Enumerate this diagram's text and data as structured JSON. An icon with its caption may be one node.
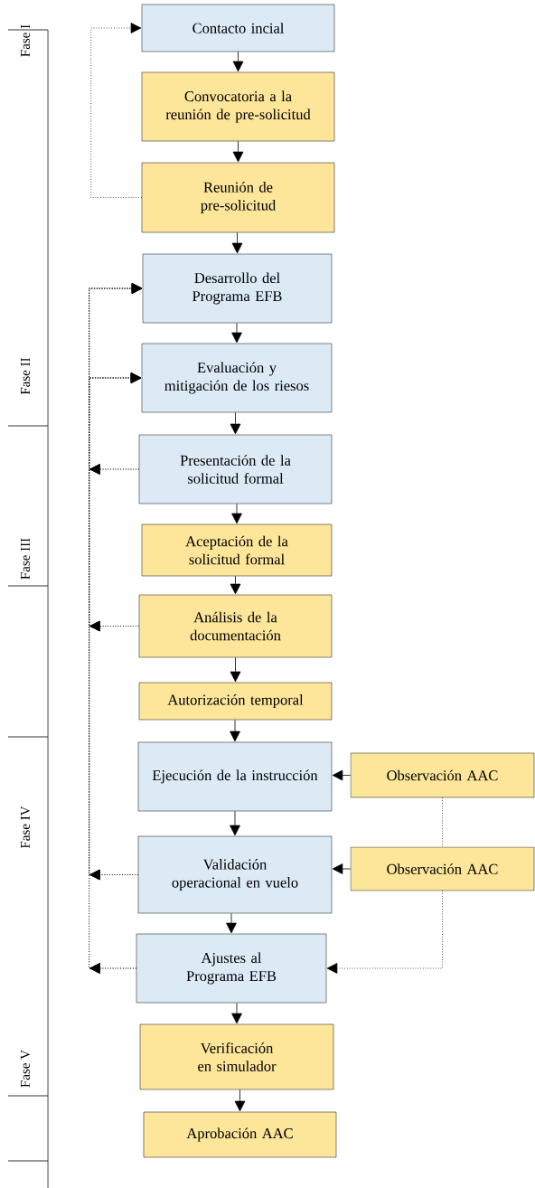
{
  "diagram": {
    "nodes": [
      {
        "text": [
          "Contacto incial"
        ]
      },
      {
        "text": [
          "Convocatoria a la reunión de pre-solicitud"
        ]
      },
      {
        "text": [
          "Reunión de pre-solicitud"
        ]
      },
      {
        "text": [
          "Desarrollo del Programa EFB"
        ]
      },
      {
        "text": [
          "Evaluación y mitigación de los riesos"
        ]
      },
      {
        "text": [
          "Presentación de la solicitud formal"
        ]
      },
      {
        "text": [
          "Aceptación de la solicitud formal"
        ]
      },
      {
        "text": [
          "Análisis de la documentación"
        ]
      },
      {
        "text": [
          "Autorización temporal"
        ]
      },
      {
        "text": [
          "Ejecución de la instrucción"
        ]
      },
      {
        "text": [
          "Validación operacional en vuelo"
        ]
      },
      {
        "text": [
          "Ajustes al Programa EFB"
        ]
      },
      {
        "text": [
          "Verificación en simulador"
        ]
      },
      {
        "text": [
          "Aprobación AAC"
        ]
      },
      {
        "text": [
          "Observación AAC"
        ]
      },
      {
        "text": [
          "Observación AAC"
        ]
      }
    ],
    "edges": [
      {
        "from": 0,
        "to": 1,
        "arrow": "to"
      },
      {
        "from": 1,
        "to": 2,
        "arrow": "to"
      },
      {
        "from": 2,
        "to": 3,
        "arrow": "to"
      },
      {
        "from": 3,
        "to": 4,
        "arrow": "to"
      },
      {
        "from": 4,
        "to": 5,
        "arrow": "to"
      },
      {
        "from": 5,
        "to": 6,
        "arrow": "to"
      },
      {
        "from": 6,
        "to": 7,
        "arrow": "to"
      },
      {
        "from": 7,
        "to": 8,
        "arrow": "to"
      },
      {
        "from": 8,
        "to": 9,
        "arrow": "to"
      },
      {
        "from": 9,
        "to": 10,
        "arrow": "to"
      },
      {
        "from": 10,
        "to": 11,
        "arrow": "to"
      },
      {
        "from": 11,
        "to": 12,
        "arrow": "to"
      },
      {
        "from": 12,
        "to": 13,
        "arrow": "to"
      },
      {
        "from": 14,
        "to": 9,
        "arrow": "to"
      },
      {
        "from": 15,
        "to": 10,
        "arrow": "to"
      },
      {
        "from": 14,
        "to": 15,
        "arrow": "none",
        "style": "dashed"
      },
      {
        "from": 15,
        "to": 11,
        "arrow": "to",
        "style": "dashed"
      },
      {
        "from": 2,
        "to": 0,
        "arrow": "to",
        "style": "dashed"
      },
      {
        "from": 5,
        "to": 3,
        "arrow": "to",
        "style": "dashed"
      },
      {
        "from": 5,
        "to": 4,
        "arrow": "to",
        "style": "dashed"
      },
      {
        "from": 7,
        "to": 3,
        "arrow": "to",
        "style": "dashed"
      },
      {
        "from": 7,
        "to": 4,
        "arrow": "to",
        "style": "dashed"
      },
      {
        "from": 10,
        "to": 3,
        "arrow": "to",
        "style": "dashed"
      },
      {
        "from": 10,
        "to": 4,
        "arrow": "to",
        "style": "dashed"
      },
      {
        "from": 11,
        "to": 3,
        "arrow": "to",
        "style": "dashed"
      },
      {
        "from": 11,
        "to": 4,
        "arrow": "to",
        "style": "dashed"
      }
    ],
    "labels": [
      "Fase I",
      "Fase II",
      "Fase III",
      "Fase IV",
      "Fase V"
    ]
  }
}
